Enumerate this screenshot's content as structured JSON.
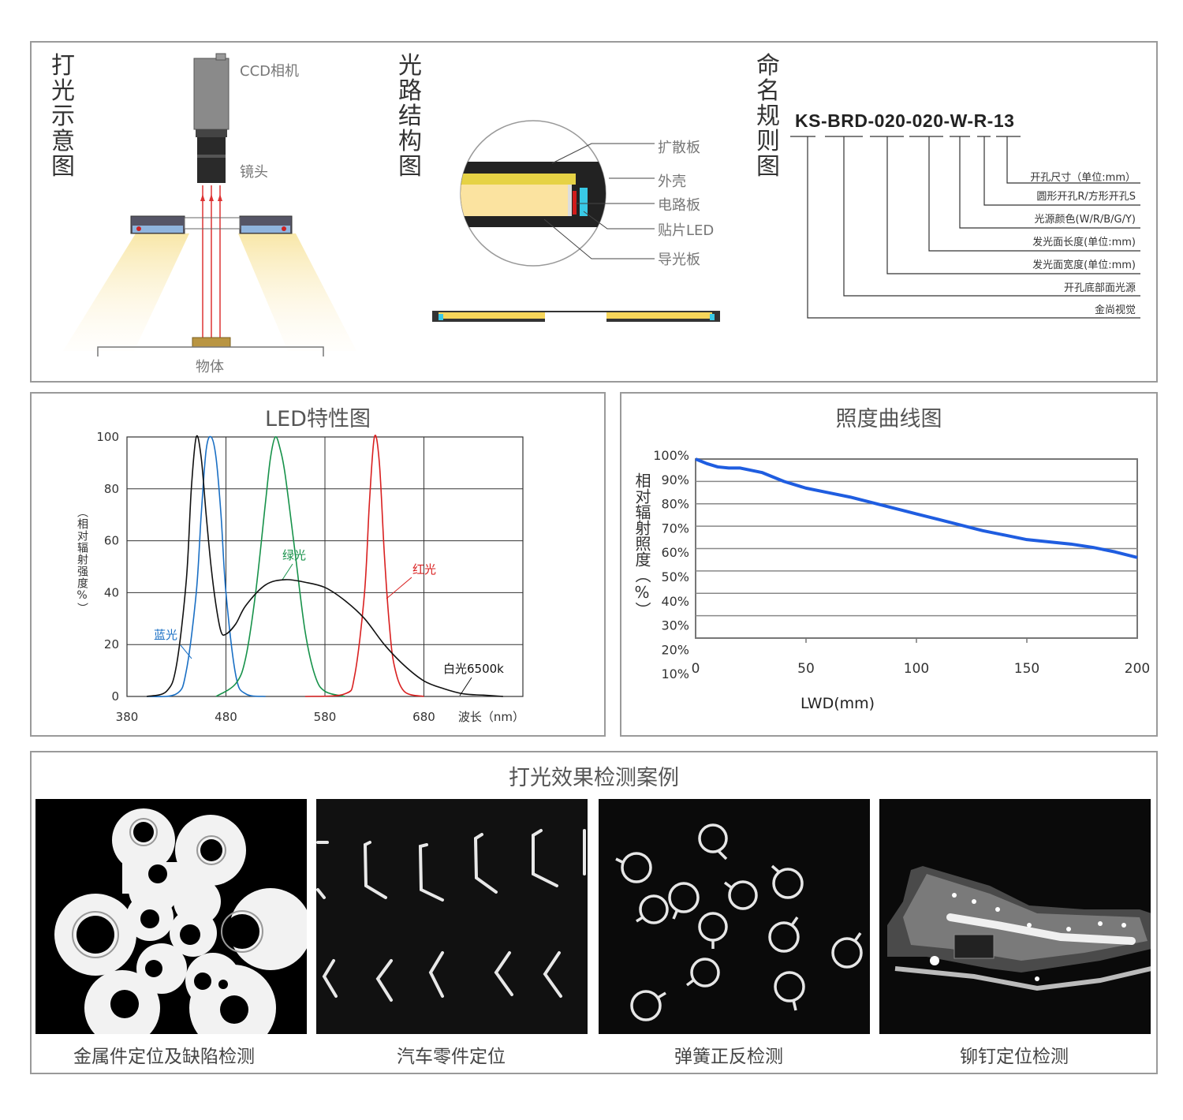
{
  "lighting": {
    "title": "打光示意图",
    "camera_label": "CCD相机",
    "lens_label": "镜头",
    "object_label": "物体"
  },
  "optical": {
    "title": "光路结构图",
    "labels": [
      "扩散板",
      "外壳",
      "电路板",
      "贴片LED",
      "导光板"
    ]
  },
  "naming": {
    "title": "命名规则图",
    "code": "KS-BRD-020-020-W-R-13",
    "rules": [
      "开孔尺寸（单位:mm）",
      "圆形开孔R/方形开孔S",
      "光源颜色(W/R/B/G/Y)",
      "发光面长度(单位:mm)",
      "发光面宽度(单位:mm)",
      "开孔底部面光源",
      "金尚视觉"
    ]
  },
  "led_chart": {
    "title": "LED特性图",
    "chart_data": {
      "type": "line",
      "title": "LED特性图",
      "ylabel": "（相对辐射强度%）",
      "xlabel": "波长（nm）",
      "x_ticks": [
        "380",
        "480",
        "580",
        "680"
      ],
      "y_ticks": [
        "0",
        "20",
        "40",
        "60",
        "80",
        "100"
      ],
      "xlim": [
        380,
        780
      ],
      "ylim": [
        0,
        100
      ],
      "grid": true,
      "series": [
        {
          "name": "蓝光",
          "color": "#1a6fc4",
          "x": [
            400,
            430,
            440,
            450,
            455,
            460,
            465,
            470,
            475,
            480,
            490,
            500,
            520
          ],
          "y": [
            0,
            1,
            10,
            40,
            70,
            95,
            100,
            92,
            70,
            40,
            8,
            1,
            0
          ]
        },
        {
          "name": "绿光",
          "color": "#17924a",
          "x": [
            470,
            490,
            500,
            510,
            520,
            525,
            530,
            535,
            540,
            550,
            560,
            570,
            580,
            600
          ],
          "y": [
            0,
            5,
            15,
            40,
            75,
            92,
            100,
            95,
            85,
            55,
            25,
            8,
            2,
            0
          ]
        },
        {
          "name": "红光",
          "color": "#d92020",
          "x": [
            560,
            600,
            610,
            620,
            625,
            630,
            635,
            640,
            645,
            650,
            660,
            680
          ],
          "y": [
            0,
            1,
            8,
            40,
            75,
            100,
            90,
            55,
            28,
            12,
            2,
            0
          ]
        },
        {
          "name": "白光6500k",
          "color": "#111111",
          "x": [
            400,
            420,
            430,
            440,
            445,
            450,
            455,
            460,
            465,
            470,
            475,
            480,
            490,
            500,
            520,
            540,
            560,
            580,
            600,
            620,
            640,
            660,
            680,
            700,
            720,
            740,
            760
          ],
          "y": [
            0,
            2,
            12,
            45,
            80,
            100,
            92,
            70,
            50,
            35,
            25,
            24,
            28,
            35,
            43,
            45,
            44,
            42,
            37,
            30,
            20,
            12,
            6,
            3,
            1,
            0.5,
            0
          ]
        }
      ]
    }
  },
  "illum_chart": {
    "title": "照度曲线图",
    "chart_data": {
      "type": "line",
      "title": "照度曲线图",
      "ylabel": "相对辐射照度（%）",
      "xlabel": "LWD(mm)",
      "x_ticks": [
        "0",
        "50",
        "100",
        "150",
        "200"
      ],
      "y_ticks": [
        "100%",
        "90%",
        "80%",
        "70%",
        "60%",
        "50%",
        "40%",
        "30%",
        "20%",
        "10%"
      ],
      "xlim": [
        0,
        200
      ],
      "ylim": [
        20,
        100
      ],
      "grid": true,
      "series": [
        {
          "name": "",
          "color": "#1f5de0",
          "x": [
            0,
            5,
            10,
            15,
            20,
            25,
            30,
            40,
            50,
            60,
            70,
            80,
            90,
            100,
            110,
            120,
            130,
            140,
            150,
            160,
            170,
            180,
            190,
            200
          ],
          "y": [
            100,
            98,
            96.5,
            96,
            96,
            95,
            94,
            90,
            87,
            85,
            83,
            80.5,
            78,
            75.5,
            73,
            70.5,
            68,
            66,
            64,
            63,
            62,
            60.5,
            58.5,
            56
          ]
        }
      ]
    }
  },
  "cases": {
    "title": "打光效果检测案例",
    "items": [
      {
        "caption": "金属件定位及缺陷检测"
      },
      {
        "caption": "汽车零件定位"
      },
      {
        "caption": "弹簧正反检测"
      },
      {
        "caption": "铆钉定位检测"
      }
    ]
  }
}
